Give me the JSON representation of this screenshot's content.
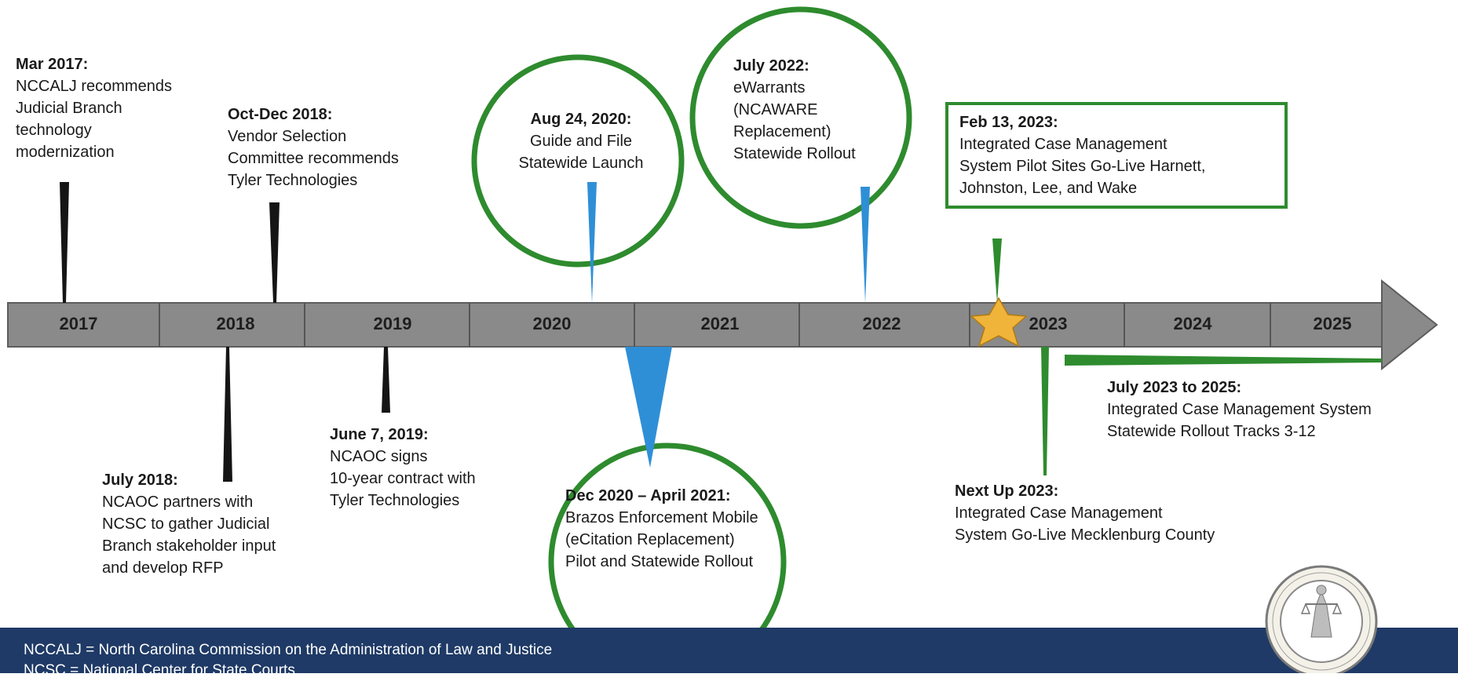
{
  "timeline": {
    "years": [
      "2017",
      "2018",
      "2019",
      "2020",
      "2021",
      "2022",
      "2023",
      "2024",
      "2025"
    ]
  },
  "events_above": [
    {
      "date": "Mar 2017:",
      "text": "NCCALJ recommends\nJudicial Branch\ntechnology\nmodernization"
    },
    {
      "date": "Oct-Dec 2018:",
      "text": "Vendor Selection\nCommittee recommends\nTyler Technologies"
    },
    {
      "date": "Aug 24, 2020:",
      "text": "Guide and File\nStatewide Launch"
    },
    {
      "date": "July 2022:",
      "text": "eWarrants\n(NCAWARE\nReplacement)\nStatewide Rollout"
    },
    {
      "date": "Feb 13, 2023:",
      "text": "Integrated Case Management\nSystem Pilot Sites Go-Live Harnett,\nJohnston, Lee, and Wake"
    }
  ],
  "events_below": [
    {
      "date": "July 2018:",
      "text": "NCAOC partners with\nNCSC to gather Judicial\nBranch stakeholder input\nand develop RFP"
    },
    {
      "date": "June 7, 2019:",
      "text": "NCAOC signs\n10-year contract with\nTyler Technologies"
    },
    {
      "date": "Dec 2020 – April 2021:",
      "text": "Brazos Enforcement Mobile\n(eCitation Replacement)\nPilot and Statewide Rollout"
    },
    {
      "date": "Next Up 2023:",
      "text": "Integrated Case Management\nSystem Go-Live Mecklenburg County"
    },
    {
      "date": "July 2023 to 2025:",
      "text": "Integrated Case Management System\nStatewide Rollout Tracks 3-12"
    }
  ],
  "footer": {
    "line1": "NCCALJ = North Carolina Commission on the Administration of Law and Justice",
    "line2": "NCSC = National Center for State Courts"
  },
  "colors": {
    "highlight_green": "#2e8b2e",
    "pointer_blue": "#2f8fd6",
    "pointer_black": "#151515",
    "arrow_gray": "#8a8a8a",
    "star_gold": "#f0b43a",
    "footer_navy": "#1f3a66"
  },
  "icons": {
    "milestone_marker": "star-icon",
    "seal": "judicial-branch-seal-icon"
  }
}
